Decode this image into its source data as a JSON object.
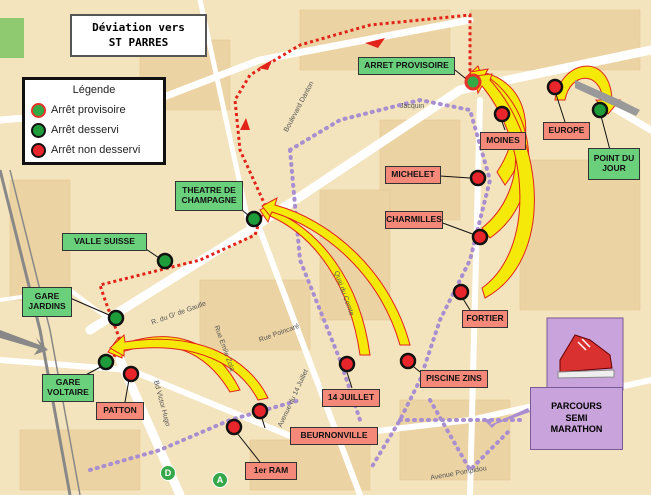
{
  "title": {
    "line1": "Déviation vers",
    "line2": "ST PARRES"
  },
  "legend": {
    "title": "Légende",
    "items": [
      {
        "label": "Arrêt provisoire",
        "color": "#33aa44",
        "ring": "#e8332a"
      },
      {
        "label": "Arrêt desservi",
        "color": "#1e9c3a",
        "ring": "#111111"
      },
      {
        "label": "Arrêt non desservi",
        "color": "#e8252a",
        "ring": "#111111"
      }
    ]
  },
  "colors": {
    "background": "#f4e4bd",
    "deviation_route": "#e2231a",
    "arrow": "#f5e90a",
    "marathon": "#a98ed0",
    "provisional_label": "#6ad07c",
    "not_served_label": "#f4897a"
  },
  "stops": {
    "arret_provisoire": "ARRET PROVISOIRE",
    "theatre": "THEATRE DE CHAMPAGNE",
    "valle_suisse": "VALLE SUISSE",
    "gare_jardins": "GARE JARDINS",
    "gare_voltaire": "GARE VOLTAIRE",
    "point_du_jour": "POINT DU JOUR",
    "moines": "MOINES",
    "europe": "EUROPE",
    "michelet": "MICHELET",
    "charmilles": "CHARMILLES",
    "fortier": "FORTIER",
    "piscine_zins": "PISCINE ZINS",
    "quatorze_juillet": "14 JUILLET",
    "beurnonville": "BEURNONVILLE",
    "patton": "PATTON",
    "ier_ram": "1er RAM"
  },
  "parcours": {
    "line1": "PARCOURS",
    "line2": "SEMI",
    "line3": "MARATHON"
  },
  "streets": {
    "boulevard_danton": "Boulevard Danton",
    "av_gaulle": "R. du Gʳ de Gaulle",
    "quai_comte": "Quai du Comte",
    "bd_victor_hugo": "Bd Victor Hugo",
    "rue_poincare": "Rue Poincaré",
    "rue_emile_zola": "Rue Emile Zola",
    "av_14_juillet": "Avenue du 14 Juillet",
    "rue_jacquin": "Jacquin",
    "av_pompidou": "Avenue Pompidou"
  },
  "letters": {
    "d": "D",
    "a": "A"
  }
}
